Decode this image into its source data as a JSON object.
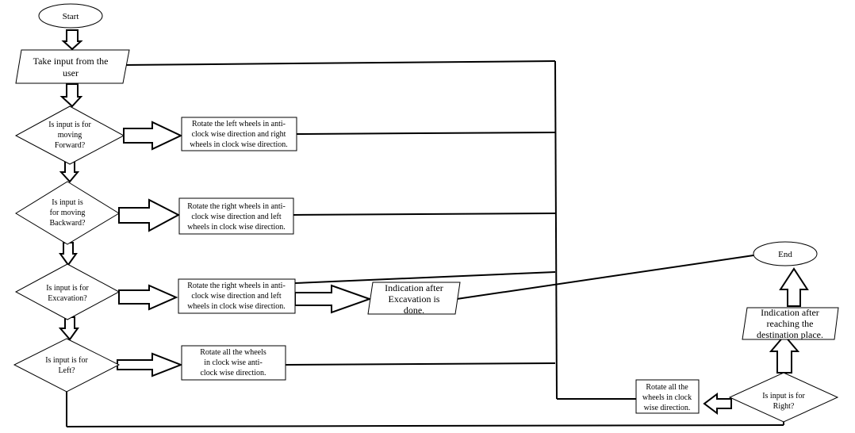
{
  "start": "Start",
  "end": "End",
  "input": [
    "Take input from the",
    "user"
  ],
  "decisions": {
    "forward": [
      "Is input is for",
      "moving",
      "Forward?"
    ],
    "backward": [
      "Is input is",
      "for moving",
      "Backward?"
    ],
    "excavation": [
      "Is input is for",
      "Excavation?"
    ],
    "left": [
      "Is input is for",
      "Left?"
    ],
    "right": [
      "Is input is for",
      "Right?"
    ]
  },
  "actions": {
    "forward": [
      "Rotate the left wheels in anti-",
      "clock wise direction and right",
      "wheels in clock wise direction."
    ],
    "backward": [
      "Rotate the right wheels in anti-",
      "clock wise direction and left",
      "wheels in clock wise direction."
    ],
    "excavation": [
      "Rotate the right wheels in anti-",
      "clock wise direction and left",
      "wheels in clock wise direction."
    ],
    "left": [
      "Rotate all the wheels",
      "in clock wise anti-",
      "clock wise direction."
    ],
    "right": [
      "Rotate all the",
      "wheels in clock",
      "wise direction."
    ]
  },
  "indications": {
    "excavation": [
      "Indication after",
      "Excavation is",
      "done."
    ],
    "destination": [
      "Indication after",
      "reaching the",
      "destination place."
    ]
  }
}
